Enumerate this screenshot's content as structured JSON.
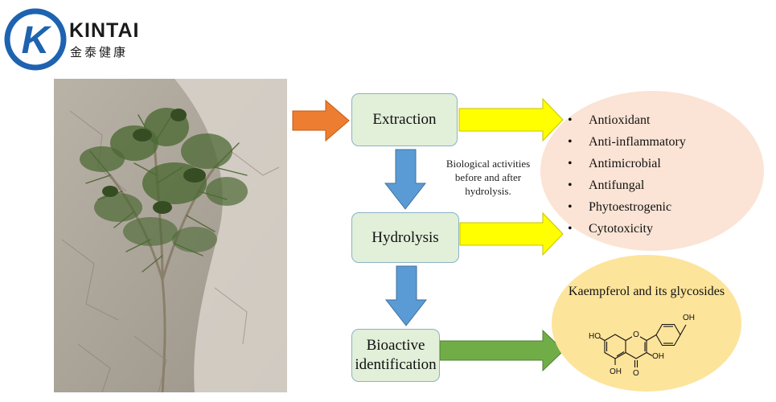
{
  "logo": {
    "name": "KINTAI",
    "chinese": "金泰健康",
    "mark_letter": "K",
    "colors": {
      "ring": "#1e63b0",
      "text": "#1a1a1a"
    }
  },
  "flow": {
    "steps": [
      {
        "label": "Extraction"
      },
      {
        "label": "Hydrolysis"
      },
      {
        "label": "Bioactive identification"
      }
    ],
    "note": "Biological activities before and after hydrolysis."
  },
  "activities": {
    "bullet": "•",
    "items": [
      "Antioxidant",
      "Anti-inflammatory",
      "Antimicrobial",
      "Antifungal",
      "Phytoestrogenic",
      "Cytotoxicity"
    ]
  },
  "compound": {
    "title": "Kaempferol and its glycosides",
    "structure_labels": {
      "oh_top_right": "OH",
      "oh_left": "HO",
      "oh_ring_c": "OH",
      "oh_bottom": "OH",
      "ring_o": "O",
      "carbonyl_o": "O"
    }
  },
  "colors": {
    "step_box_fill": "#e2efd9",
    "step_box_border": "#8bb3c6",
    "arrow_orange": "#ed7d31",
    "arrow_yellow": "#ffff00",
    "arrow_green": "#70ad47",
    "arrow_blue": "#5b9bd5",
    "activities_fill": "#fbe4d5",
    "compound_fill": "#fde49b"
  }
}
